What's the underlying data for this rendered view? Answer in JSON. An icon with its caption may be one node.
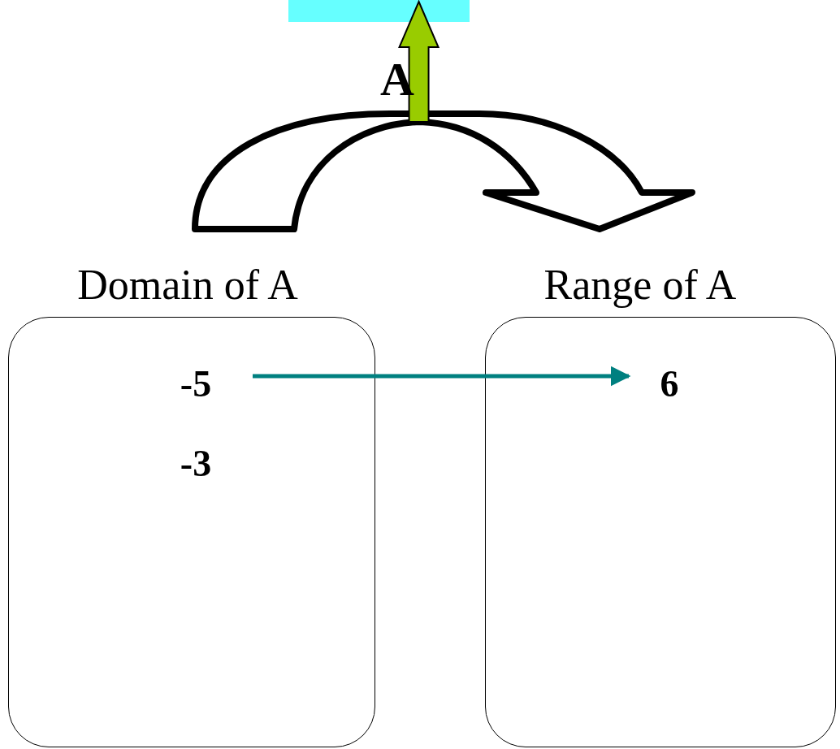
{
  "diagram": {
    "nodes": [
      {
        "text": [
          "Domain of A"
        ]
      },
      {
        "text": [
          "-5"
        ],
        "in": 0
      },
      {
        "text": [
          "-3"
        ],
        "in": 0
      },
      {
        "text": [
          "Range of A"
        ]
      },
      {
        "text": [
          "6"
        ],
        "in": 3
      },
      {
        "text": [],
        "shape": "box"
      }
    ],
    "edges": [
      {
        "from": 1,
        "to": 4,
        "arrow": "to",
        "color": "#008080"
      },
      {
        "from": null,
        "to": 5,
        "arrow": "to",
        "style": "thick",
        "color": "#99cc00"
      }
    ],
    "labels": [
      "A"
    ]
  }
}
